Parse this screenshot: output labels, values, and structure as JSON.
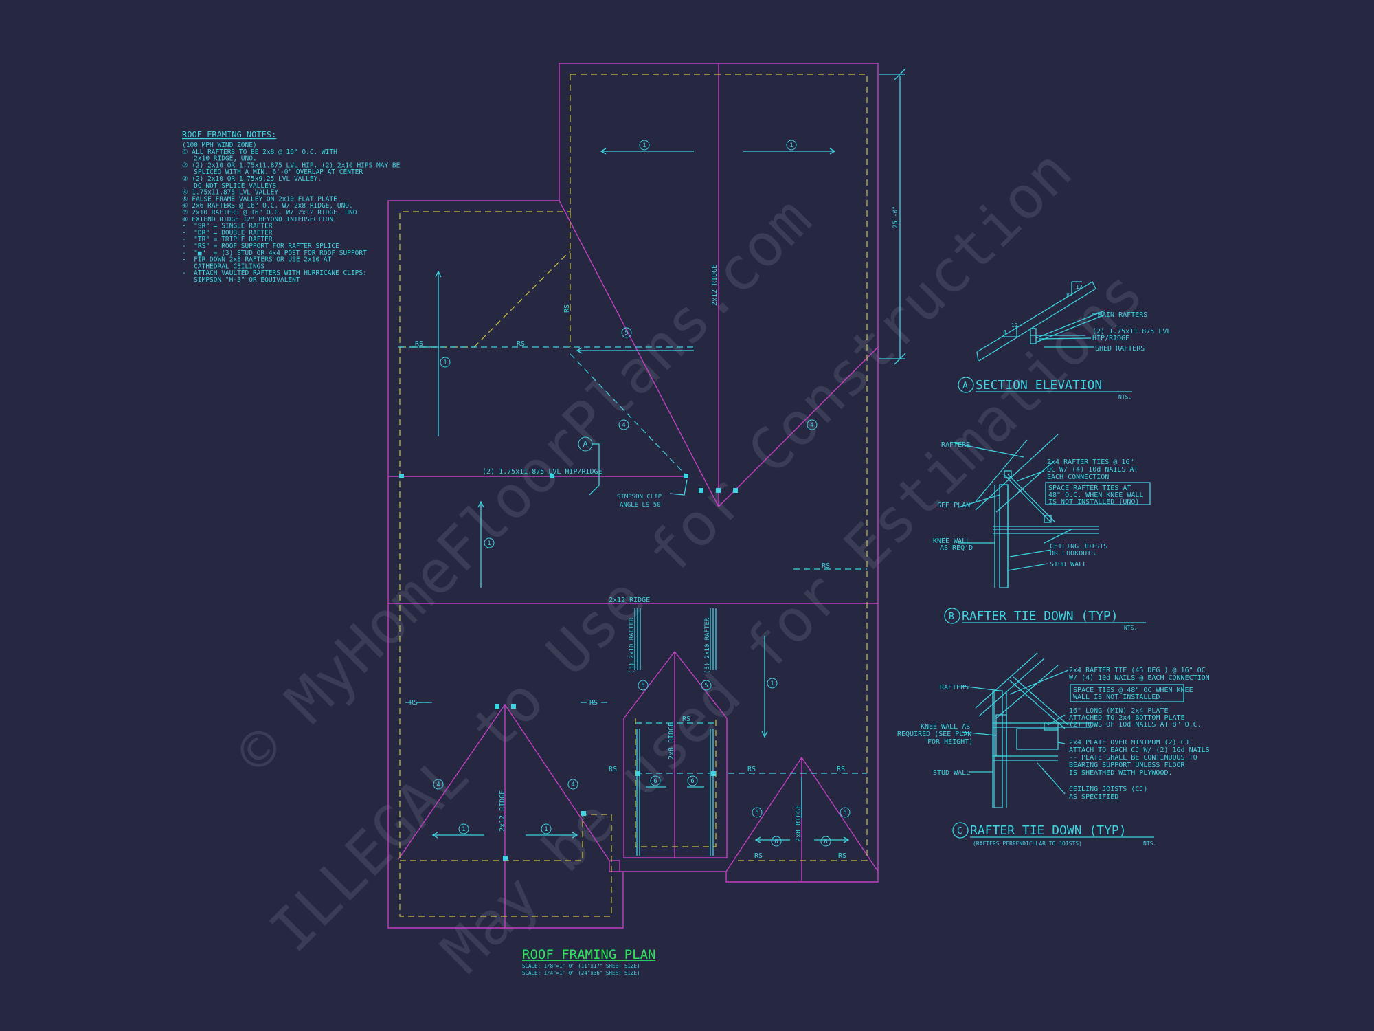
{
  "colors": {
    "background": "#252840",
    "outline": "#c23fc2",
    "annotation": "#3fd2e0",
    "overhang": "#c8c23a",
    "title": "#2ee05a",
    "watermark": "#3a3d55"
  },
  "notes": {
    "heading": "ROOF FRAMING NOTES:",
    "lines": [
      "(100 MPH WIND ZONE)",
      "① ALL RAFTERS TO BE 2x8 @ 16\" O.C. WITH",
      "   2x10 RIDGE, UNO.",
      "② (2) 2x10 OR 1.75x11.875 LVL HIP. (2) 2x10 HIPS MAY BE",
      "   SPLICED WITH A MIN. 6'-0\" OVERLAP AT CENTER",
      "③ (2) 2x10 OR 1.75x9.25 LVL VALLEY.",
      "   DO NOT SPLICE VALLEYS",
      "④ 1.75x11.875 LVL VALLEY",
      "⑤ FALSE FRAME VALLEY ON 2x10 FLAT PLATE",
      "⑥ 2x6 RAFTERS @ 16\" O.C. W/ 2x8 RIDGE, UNO.",
      "⑦ 2x10 RAFTERS @ 16\" O.C. W/ 2x12 RIDGE, UNO.",
      "⑧ EXTEND RIDGE 12\" BEYOND INTERSECTION",
      "-  \"SR\" = SINGLE RAFTER",
      "-  \"DR\" = DOUBLE RAFTER",
      "-  \"TR\" = TRIPLE RAFTER",
      "-  \"RS\" = ROOF SUPPORT FOR RAFTER SPLICE",
      "-  \"■\"  = (3) STUD OR 4x4 POST FOR ROOF SUPPORT",
      "-  FIR DOWN 2x8 RAFTERS OR USE 2x10 AT",
      "   CATHEDRAL CEILINGS",
      "-  ATTACH VAULTED RAFTERS WITH HURRICANE CLIPS:",
      "   SIMPSON \"H-3\" OR EQUIVALENT"
    ]
  },
  "plan": {
    "title": "ROOF FRAMING PLAN",
    "scale_1": "SCALE: 1/8\"=1'-0\" (11\"x17\" SHEET SIZE)",
    "scale_2": "SCALE: 1/4\"=1'-0\" (24\"x36\" SHEET SIZE)",
    "dimension": "25'-0\"",
    "labels": {
      "ridge_2x12_main": "2x12 RIDGE",
      "ridge_2x12_mid": "2x12 RIDGE",
      "ridge_2x12_gable": "2x12 RIDGE",
      "ridge_2x8_dormer": "2x8 RIDGE",
      "ridge_2x8_right": "2x8 RIDGE",
      "lvl_hip_ridge": "(2) 1.75x11.875 LVL HIP/RIDGE",
      "simpson_1": "SIMPSON CLIP",
      "simpson_2": "ANGLE LS 50",
      "rafter_3_2x10_a": "(3) 2x10 RAFTER",
      "rafter_3_2x10_b": "(3) 2x10 RAFTER",
      "callout_a": "A",
      "rs": "RS"
    },
    "markers": {
      "n1": "1",
      "n4": "4",
      "n5": "5",
      "n6": "6"
    }
  },
  "detail_a": {
    "title": "SECTION ELEVATION",
    "letter": "A",
    "nts": "NTS.",
    "main_rafters": "MAIN RAFTERS",
    "lvl_1": "(2) 1.75x11.875 LVL",
    "lvl_2": "HIP/RIDGE",
    "shed_rafters": "SHED RAFTERS",
    "pitch_rise": "12",
    "pitch_run_a": "8",
    "pitch_run_b": "4"
  },
  "detail_b": {
    "title": "RAFTER TIE DOWN (TYP)",
    "letter": "B",
    "nts": "NTS.",
    "rafters": "RAFTERS",
    "ties_1": "2x4 RAFTER TIES @ 16\"",
    "ties_2": "OC W/ (4) 10d NAILS AT",
    "ties_3": "EACH CONNECTION",
    "box_1": "SPACE RAFTER TIES AT",
    "box_2": "48\" O.C. WHEN KNEE WALL",
    "box_3": "IS NOT INSTALLED (UNO)",
    "see_plan": "SEE PLAN",
    "knee_1": "KNEE WALL",
    "knee_2": "AS REQ'D",
    "joists_1": "CEILING JOISTS",
    "joists_2": "OR LOOKOUTS",
    "stud": "STUD WALL"
  },
  "detail_c": {
    "title": "RAFTER TIE DOWN (TYP)",
    "subtitle": "(RAFTERS PERPENDICULAR TO JOISTS)",
    "letter": "C",
    "nts": "NTS.",
    "rafters": "RAFTERS",
    "tie_1": "2x4 RAFTER TIE (45 DEG.) @ 16\" OC",
    "tie_2": "W/ (4) 10d NAILS @ EACH CONNECTION",
    "box_1": "SPACE TIES @ 48\" OC WHEN KNEE",
    "box_2": "WALL IS NOT INSTALLED.",
    "plate_1": "16\" LONG (MIN) 2x4 PLATE",
    "plate_2": "ATTACHED TO 2x4 BOTTOM PLATE",
    "plate_3": "(2) ROWS OF 10d NAILS AT 8\" O.C.",
    "knee_1": "KNEE WALL AS",
    "knee_2": "REQUIRED (SEE PLAN",
    "knee_3": "FOR HEIGHT)",
    "over_1": "2x4 PLATE OVER MINIMUM (2) CJ.",
    "over_2": "ATTACH TO EACH CJ W/ (2) 16d NAILS",
    "over_3": "-- PLATE SHALL BE CONTINUOUS TO",
    "over_4": "BEARING SUPPORT UNLESS FLOOR",
    "over_5": "IS SHEATHED WITH PLYWOOD.",
    "stud": "STUD WALL",
    "cj_1": "CEILING JOISTS (CJ)",
    "cj_2": "AS SPECIFIED"
  },
  "watermark": {
    "line_1": "© MyHomeFloorPlans.com",
    "line_2": "ILLEGAL to Use for Construction",
    "line_3": "May be used for Estimations"
  }
}
